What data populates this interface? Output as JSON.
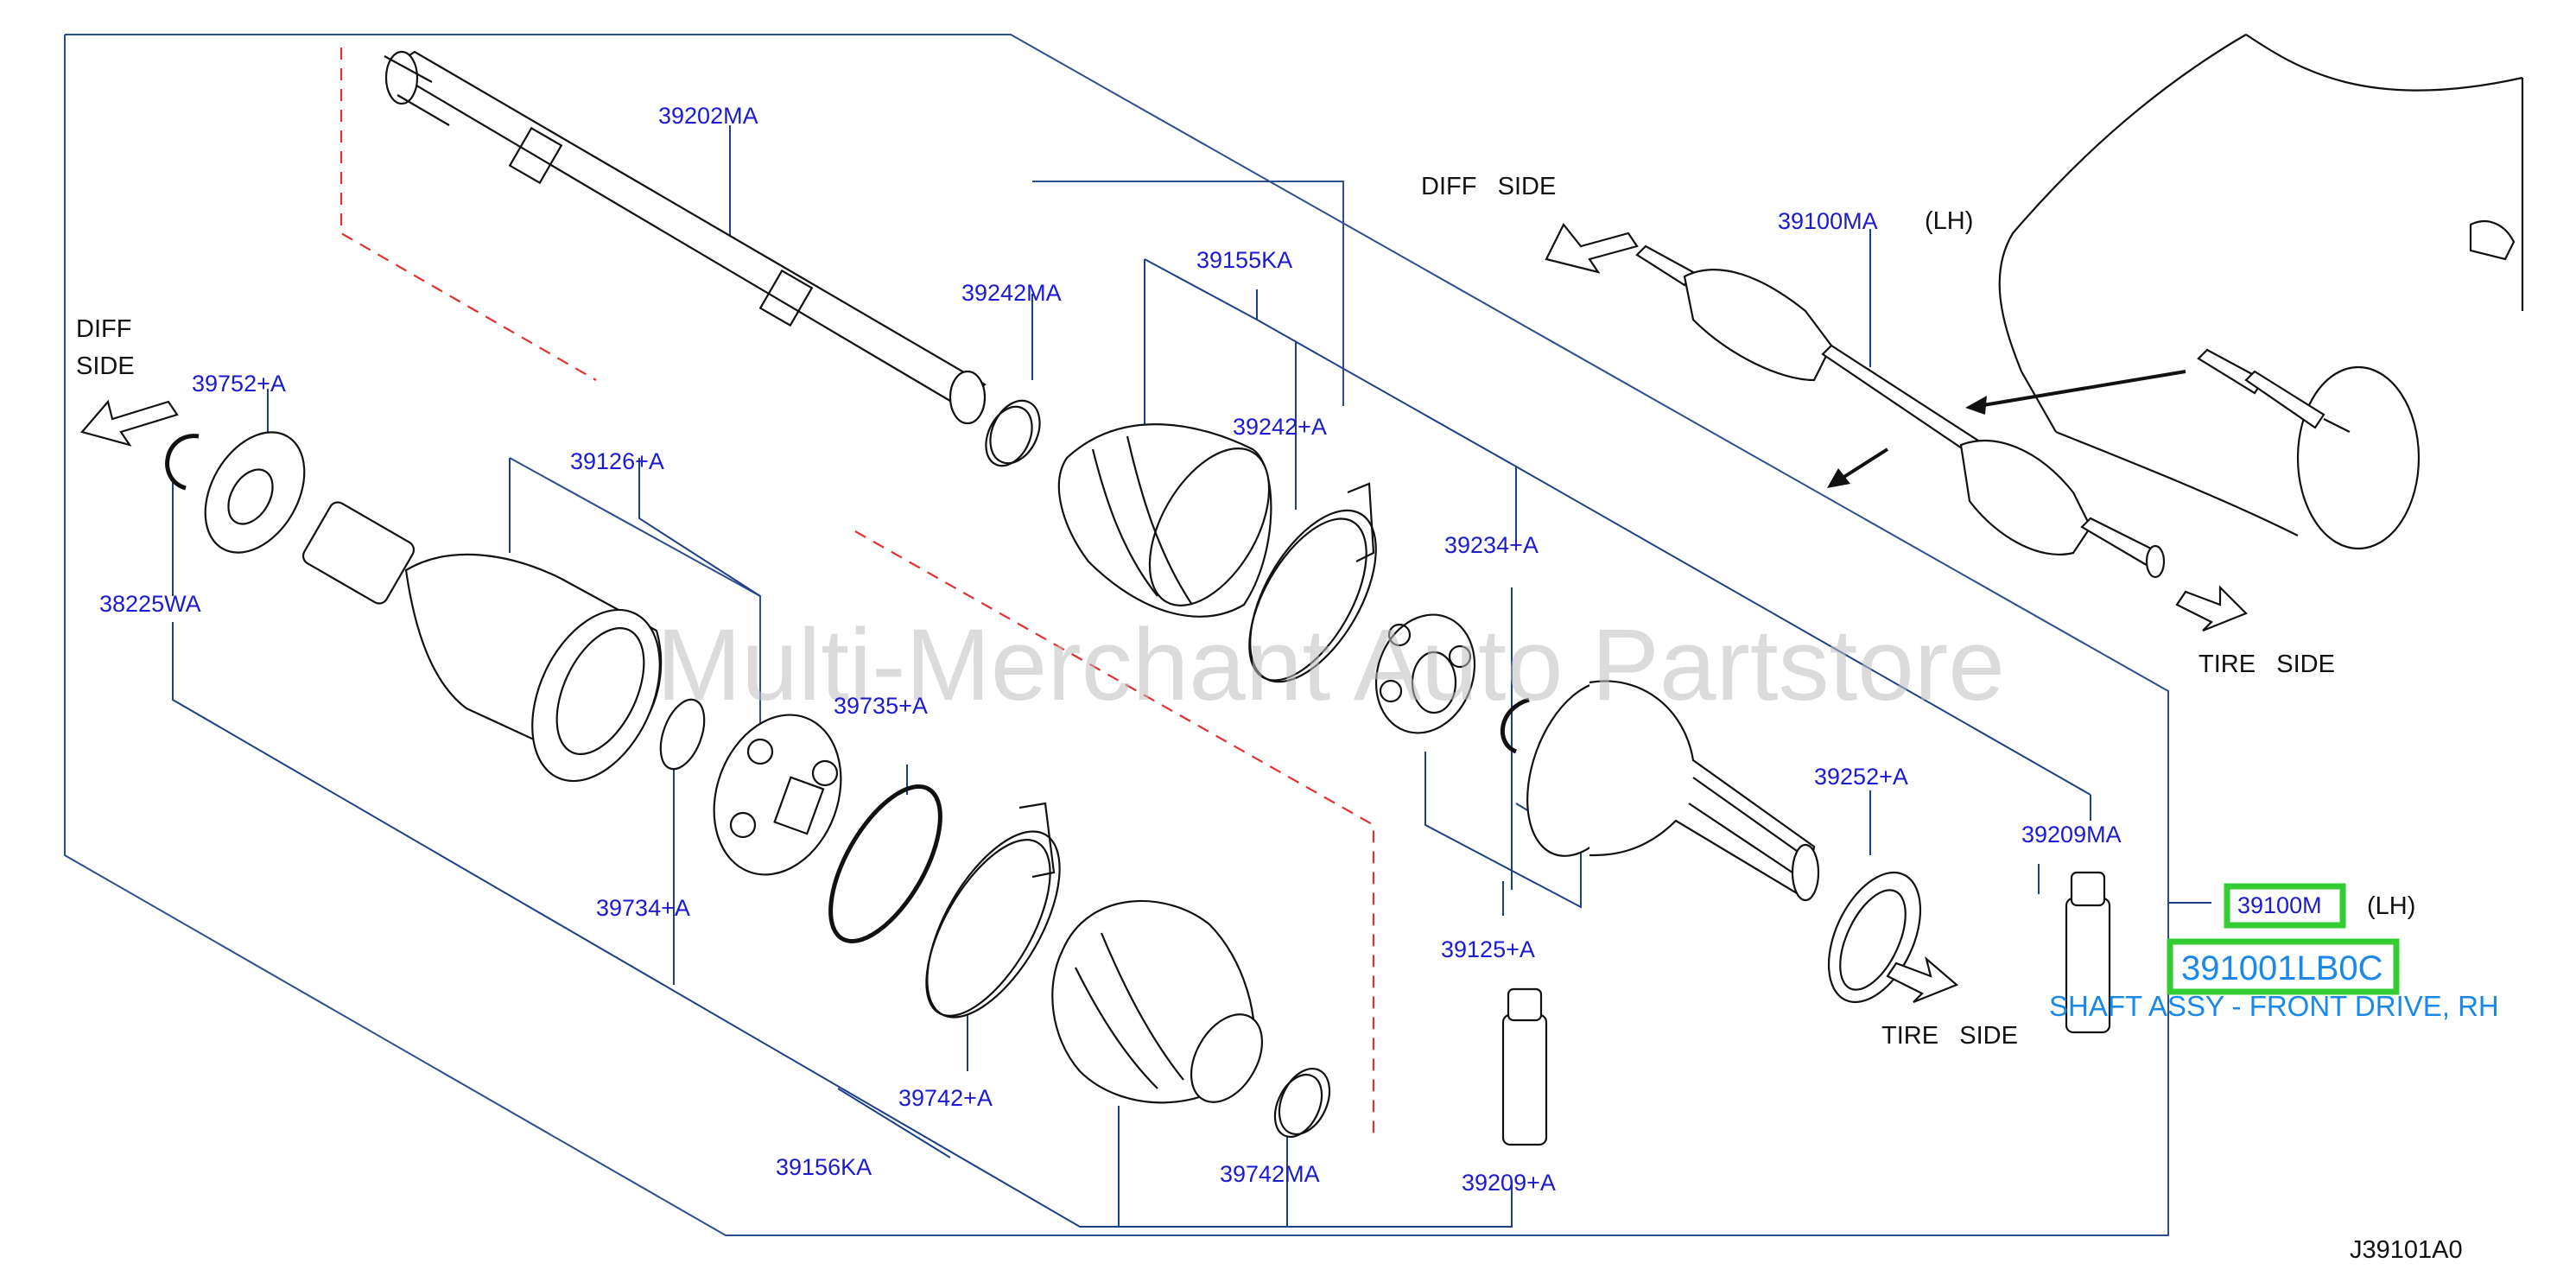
{
  "parts": {
    "p39202MA": "39202MA",
    "p39155KA": "39155KA",
    "p39242MA": "39242MA",
    "p39242A": "39242+A",
    "p39752A": "39752+A",
    "p38225WA": "38225WA",
    "p39126A": "39126+A",
    "p39234A": "39234+A",
    "p39735A": "39735+A",
    "p39734A": "39734+A",
    "p39252A": "39252+A",
    "p39209MA": "39209MA",
    "p39125A": "39125+A",
    "p39742A": "39742+A",
    "p39156KA": "39156KA",
    "p39742MA": "39742MA",
    "p39209A": "39209+A",
    "p39100MA": "39100MA",
    "p39100M": "39100M"
  },
  "labels": {
    "diff_side_left_1": "DIFF",
    "diff_side_left_2": "SIDE",
    "diff_side_top": "DIFF   SIDE",
    "tire_side_top": "TIRE   SIDE",
    "tire_side_bottom": "TIRE   SIDE",
    "lh_top": "(LH)",
    "lh_right": "(LH)"
  },
  "highlight": {
    "part_number": "391001LB0C",
    "description": "SHAFT ASSY - FRONT DRIVE, RH"
  },
  "watermark": "Multi-Merchant Auto Partstore",
  "diagram_code": "J39101A0",
  "colors": {
    "callout_text": "#1a1ad0",
    "frame_line": "#2c4d8e",
    "highlight_box": "#33cc33",
    "highlight_text": "#1a88e8",
    "dashed_line": "#e03030"
  }
}
